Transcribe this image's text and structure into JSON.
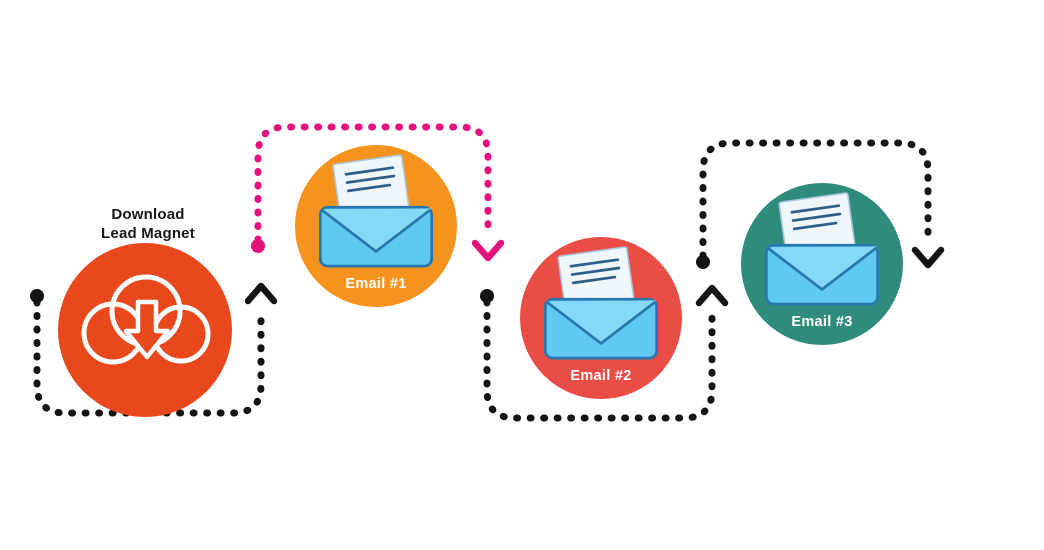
{
  "diagram": {
    "background_color": "#ffffff",
    "lead_magnet": {
      "label_line1": "Download",
      "label_line2": "Lead Magnet",
      "label_color": "#171717",
      "circle_color": "#E8481C",
      "icon": "cloud-download-icon"
    },
    "emails": [
      {
        "label": "Email #1",
        "circle_color": "#F6921E",
        "icon": "envelope-icon"
      },
      {
        "label": "Email #2",
        "circle_color": "#EA4C46",
        "icon": "envelope-icon"
      },
      {
        "label": "Email #3",
        "circle_color": "#2F8C7C",
        "icon": "envelope-icon"
      }
    ],
    "connectors": {
      "default_color": "#141414",
      "highlight_color": "#E5127D"
    }
  }
}
